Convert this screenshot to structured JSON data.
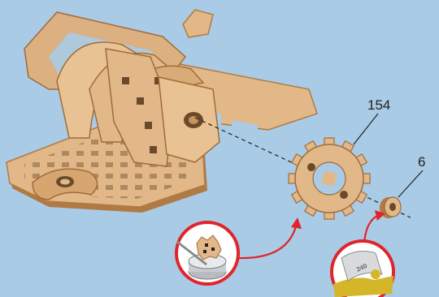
{
  "background_color": "#a9cbe6",
  "colors": {
    "wood": "#e2b889",
    "wood_edge": "#b07a45",
    "wood_shadow": "#c8935c",
    "callout_red": "#e0242a",
    "sandpaper": "#d6b629"
  },
  "parts": [
    {
      "id": "gear",
      "label": "154"
    },
    {
      "id": "spacer",
      "label": "6"
    }
  ],
  "hints": [
    {
      "id": "wax-tip",
      "icon": "wax-tin-icon"
    },
    {
      "id": "sandpaper-tip",
      "icon": "sandpaper-icon",
      "grit": "240"
    }
  ]
}
